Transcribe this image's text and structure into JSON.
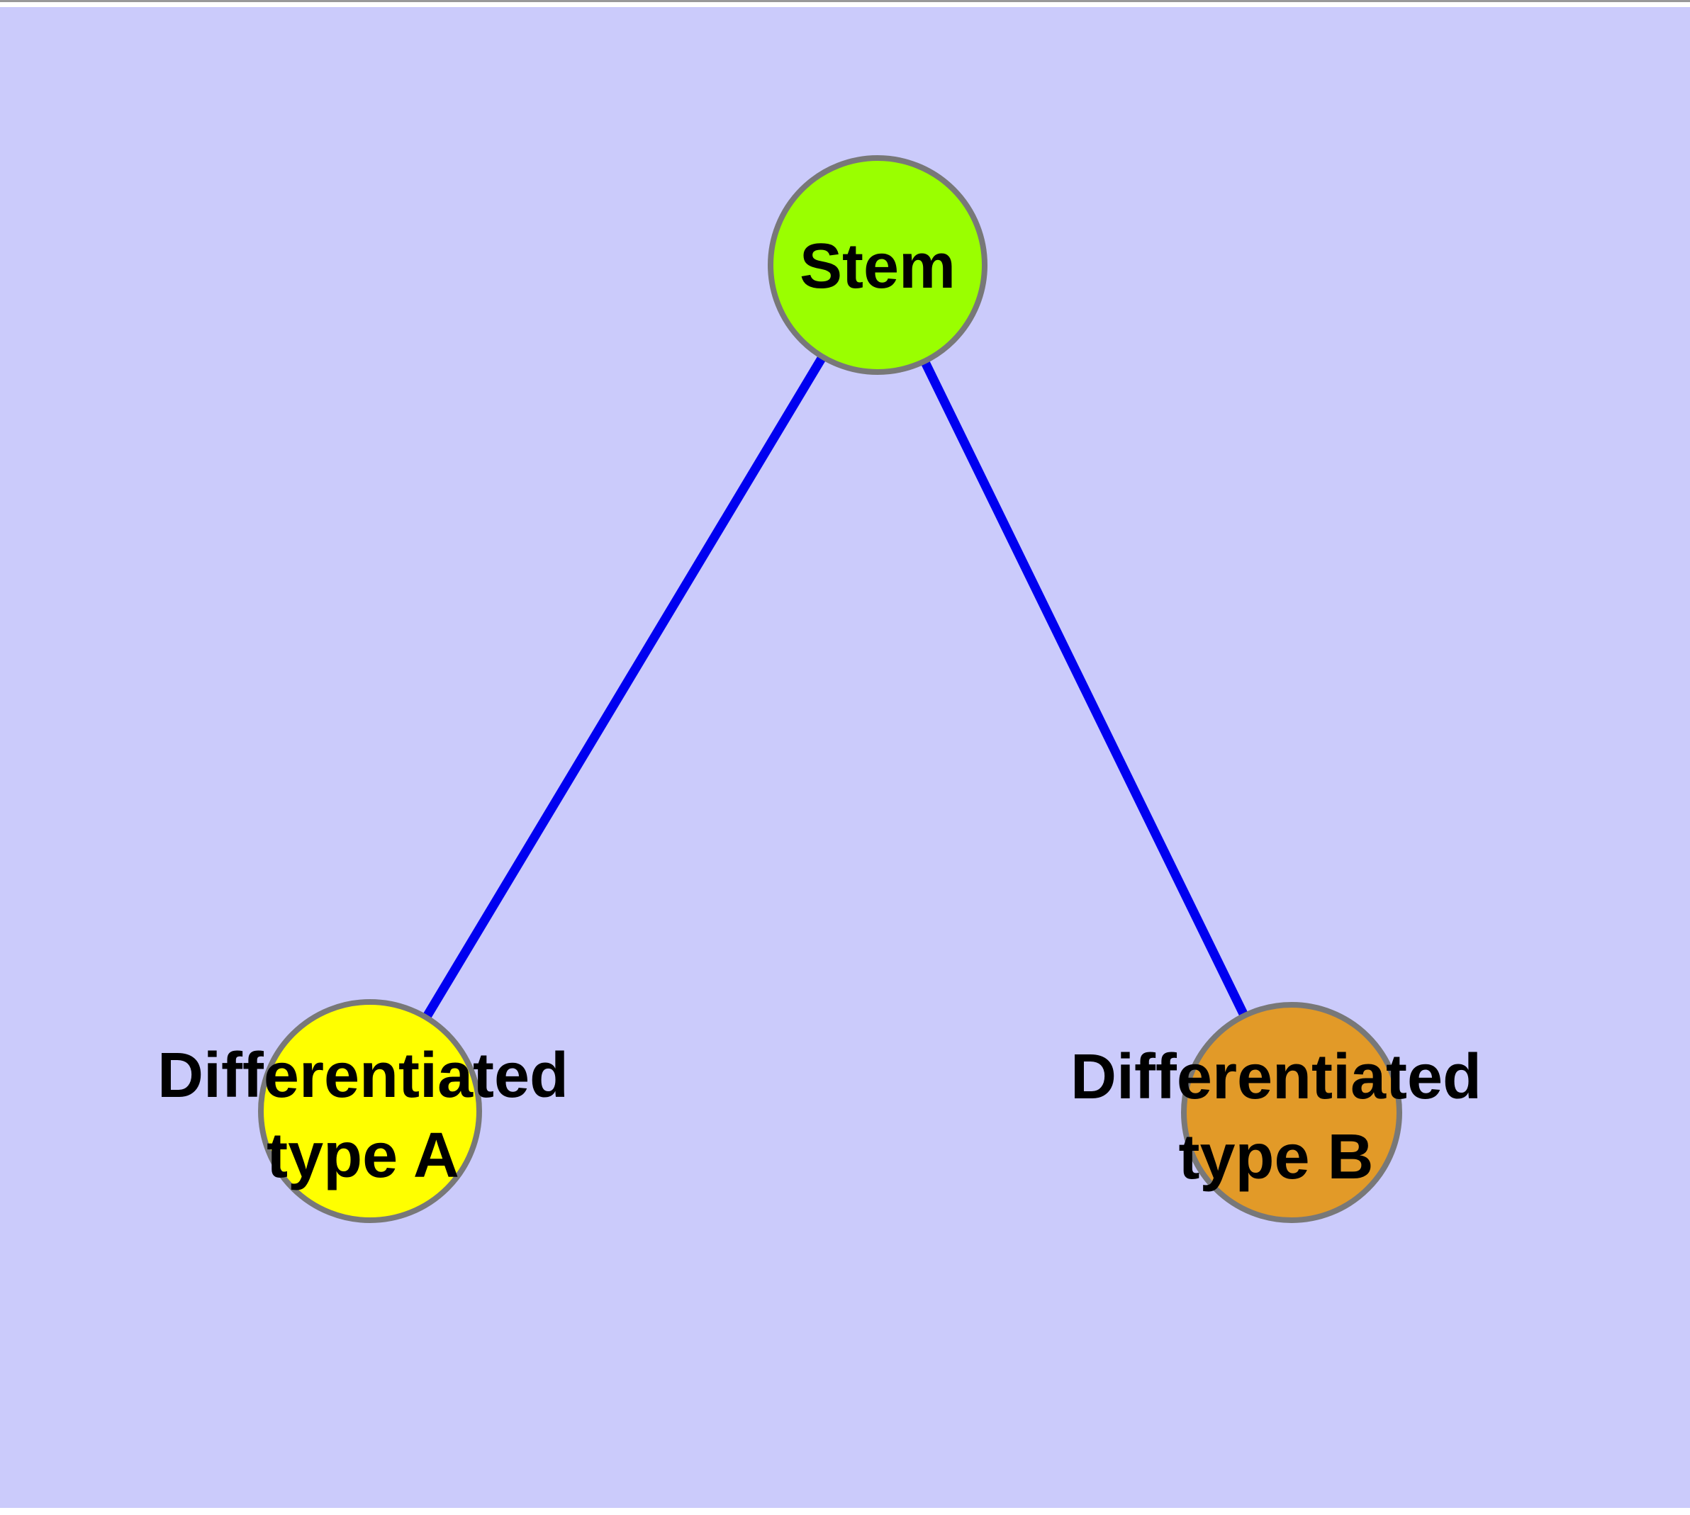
{
  "diagram": {
    "page_color": "#ffffff",
    "hairline_color": "#999999",
    "background_color": "#cbcbfb",
    "edge_color": "#0000f0",
    "node_border_color": "#787878",
    "label_color": "#000000",
    "nodes": [
      {
        "id": "stem",
        "label": "Stem",
        "fill": "#9aff00"
      },
      {
        "id": "differentiated-type-a",
        "label": "Differentiated type A",
        "label_line1": "Differentiated",
        "label_line2": "type A",
        "fill": "#ffff00"
      },
      {
        "id": "differentiated-type-b",
        "label": "Differentiated type B",
        "label_line1": "Differentiated",
        "label_line2": "type B",
        "fill": "#e29a28"
      }
    ],
    "edges": [
      {
        "from": "Stem",
        "to": "Differentiated type A"
      },
      {
        "from": "Stem",
        "to": "Differentiated type B"
      }
    ]
  }
}
